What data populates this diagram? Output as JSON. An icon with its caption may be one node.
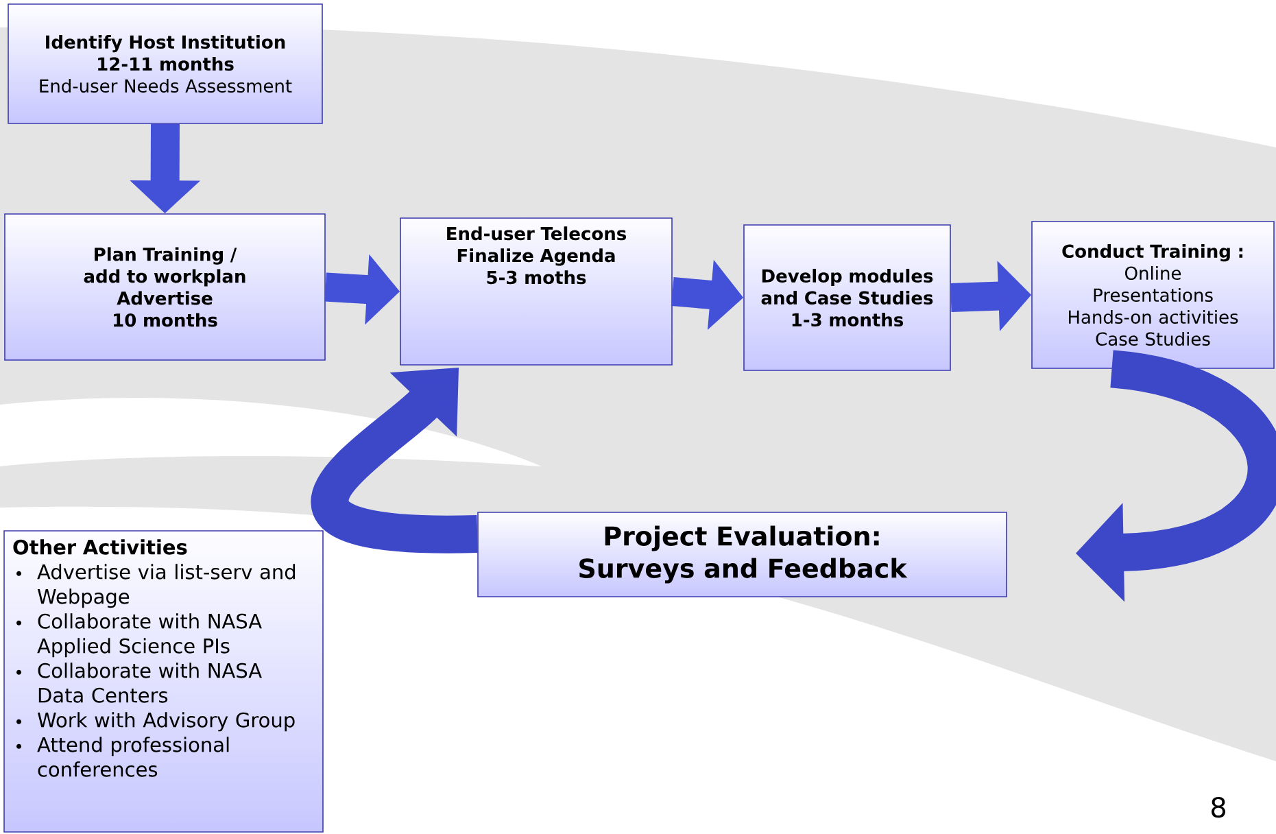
{
  "diagram": {
    "nodes": [
      {
        "text": [
          "Identify Host Institution",
          "12-11 months",
          "End-user Needs Assessment"
        ]
      },
      {
        "text": [
          "Plan Training / add to workplan",
          "Advertise",
          "10 months"
        ]
      },
      {
        "text": [
          "End-user Telecons",
          "Finalize Agenda",
          "5-3 moths"
        ]
      },
      {
        "text": [
          "Develop modules and Case Studies",
          "1-3 months"
        ]
      },
      {
        "text": [
          "Conduct Training :",
          "Online",
          "Presentations",
          "Hands-on activities",
          "Case Studies"
        ]
      },
      {
        "text": [
          "Project Evaluation: Surveys and Feedback"
        ]
      },
      {
        "text": [
          "Other Activities",
          "Advertise via list-serv and Webpage",
          "Collaborate with NASA Applied Science PIs",
          "Collaborate with NASA Data Centers",
          "Work with Advisory Group",
          "Attend professional conferences"
        ]
      }
    ],
    "edges": [
      {
        "from": 0,
        "to": 1,
        "arrow": "to"
      },
      {
        "from": 1,
        "to": 2,
        "arrow": "to"
      },
      {
        "from": 2,
        "to": 3,
        "arrow": "to"
      },
      {
        "from": 3,
        "to": 4,
        "arrow": "to"
      },
      {
        "from": 4,
        "to": 5,
        "arrow": "to"
      },
      {
        "from": 5,
        "to": 2,
        "arrow": "to"
      }
    ],
    "labels": [
      "8"
    ]
  }
}
